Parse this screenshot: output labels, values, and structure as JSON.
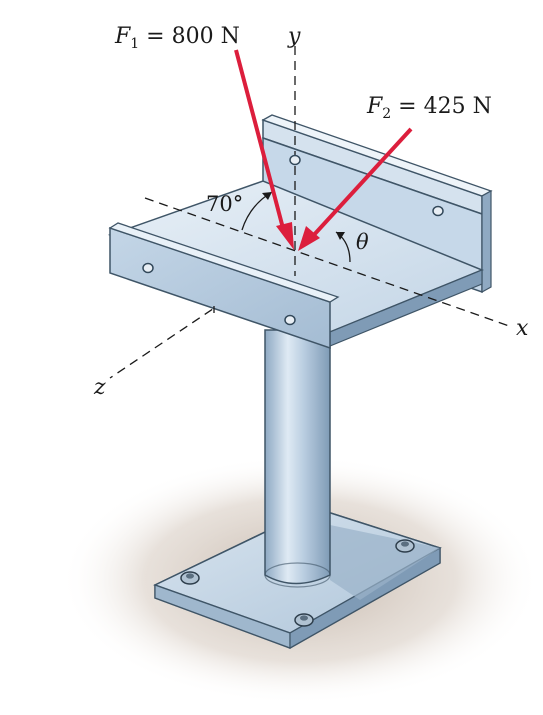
{
  "forces": {
    "f1": {
      "symbol": "F",
      "sub": "1",
      "value": " = 800 N"
    },
    "f2": {
      "symbol": "F",
      "sub": "2",
      "value": " = 425 N"
    }
  },
  "axes": {
    "x": "x",
    "y": "y",
    "z": "z"
  },
  "angles": {
    "alpha": "70°",
    "theta": "θ"
  },
  "colors": {
    "force_arrow": "#dc1e3c",
    "metal_light": "#dce8f3",
    "metal_mid": "#b6cde2",
    "metal_dark": "#8aa6c1",
    "edge": "#3f5567",
    "shadow": "#d9cfc6"
  }
}
